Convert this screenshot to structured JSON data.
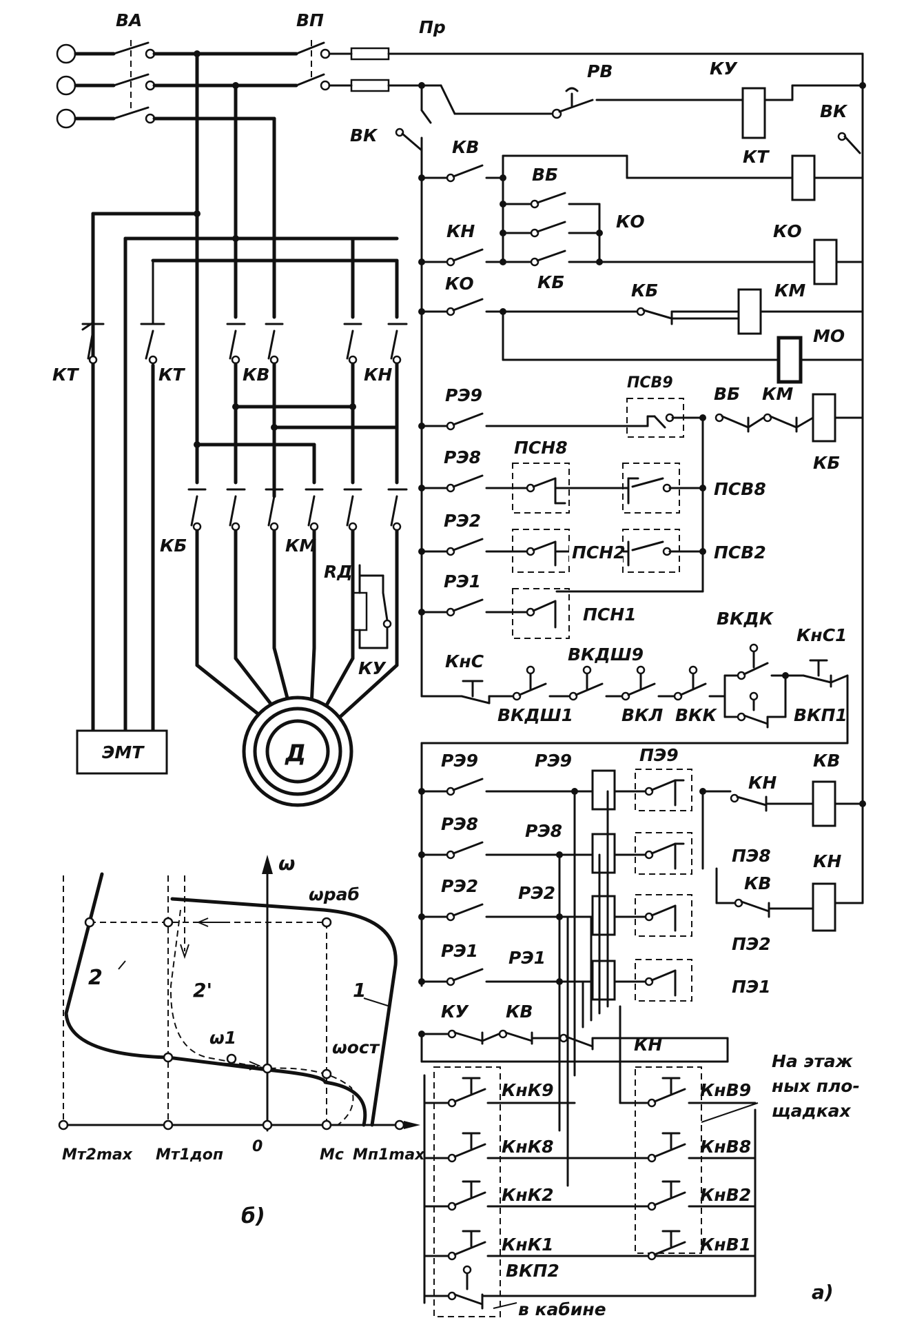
{
  "power": {
    "breaker": "ВА",
    "switch": "ВП",
    "fuse": "Пр",
    "relay_pv": "РВ",
    "coil_ku": "КУ",
    "contact_vk": "ВК",
    "contact_vk2": "ВК"
  },
  "left_circuit": {
    "kt_a": "КТ",
    "kt_b": "КТ",
    "kv": "КВ",
    "kn": "КН",
    "kb": "КБ",
    "km": "КМ",
    "rd": "RД",
    "ku": "КУ",
    "brake": "ЭМТ",
    "motor": "Д"
  },
  "control": {
    "kv_contact": "КВ",
    "vb_contact": "ВБ",
    "kt_coil": "КТ",
    "ko_contact": "КО",
    "kn_contact": "КН",
    "ko_coil": "КО",
    "kb_contact": "КБ",
    "ko_contact2": "КО",
    "kb_contact2": "КБ",
    "km_coil": "КМ",
    "mo_coil": "МО",
    "re9": "РЭ9",
    "psv9": "ПСВ9",
    "vb2": "ВБ",
    "km2": "КМ",
    "kb_coil": "КБ",
    "re8": "РЭ8",
    "psn8": "ПСН8",
    "psv8": "ПСВ8",
    "re2": "РЭ2",
    "psn2": "ПСН2",
    "psv2": "ПСВ2",
    "re1": "РЭ1",
    "psn1": "ПСН1",
    "vkdk": "ВКДК",
    "vkdsh9": "ВКДШ9",
    "knc": "КнС",
    "knc1": "КнС1",
    "vkdsh1": "ВКДШ1",
    "vkl": "ВКЛ",
    "vkk": "ВКК",
    "vkp1": "ВКП1"
  },
  "floor": {
    "re9a": "РЭ9",
    "re9b": "РЭ9",
    "pe9": "ПЭ9",
    "kn": "КН",
    "kv_coil": "КВ",
    "re8a": "РЭ8",
    "re8b": "РЭ8",
    "pe8": "ПЭ8",
    "kv": "КВ",
    "kn_coil": "КН",
    "re2a": "РЭ2",
    "re2b": "РЭ2",
    "pe2": "ПЭ2",
    "re1a": "РЭ1",
    "re1b": "РЭ1",
    "pe1": "ПЭ1",
    "ku": "КУ",
    "kv2": "КВ",
    "kn2": "КН",
    "knk9": "КнК9",
    "knk8": "КнК8",
    "knk2": "КнК2",
    "knk1": "КнК1",
    "knv9": "КнВ9",
    "knv8": "КнВ8",
    "knv2": "КнВ2",
    "knv1": "КнВ1",
    "vkp2": "ВКП2",
    "cabin": "в кабине",
    "floor_note_1": "На этаж",
    "floor_note_2": "ных пло-",
    "floor_note_3": "щадках",
    "part_a": "а)"
  },
  "chart_data": {
    "type": "line",
    "title": "",
    "xlabel": "",
    "ylabel": "ω",
    "x_ticks": [
      "Mт2max",
      "Mт1доп",
      "0",
      "Mс",
      "Mп1max"
    ],
    "annotations": [
      "ωраб",
      "ω1",
      "ωост"
    ],
    "series": [
      {
        "name": "1",
        "style": "solid"
      },
      {
        "name": "2",
        "style": "solid"
      },
      {
        "name": "2'",
        "style": "dashed"
      }
    ],
    "part_label": "б)",
    "grid": false
  }
}
